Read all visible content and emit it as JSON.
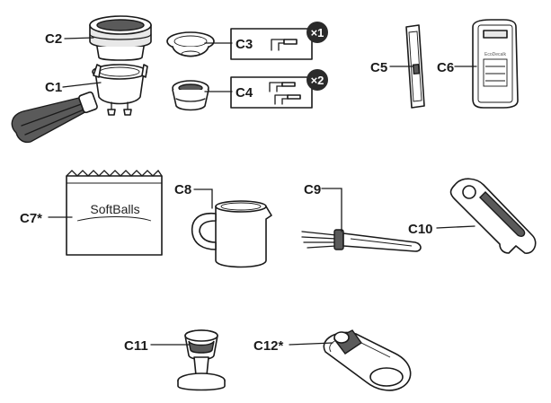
{
  "labels": {
    "c1": "C1",
    "c2": "C2",
    "c3": "C3",
    "c4": "C4",
    "c5": "C5",
    "c6": "C6",
    "c7": "C7*",
    "c8": "C8",
    "c9": "C9",
    "c10": "C10",
    "c11": "C11",
    "c12": "C12*"
  },
  "badges": {
    "c3": "×1",
    "c4": "×2"
  },
  "brand": {
    "softballs": "SoftBalls",
    "ecodecalk": "EcoDecalk"
  },
  "colors": {
    "outline": "#1a1a1a",
    "badge_fill": "#2a2a2a",
    "background": "#ffffff"
  }
}
